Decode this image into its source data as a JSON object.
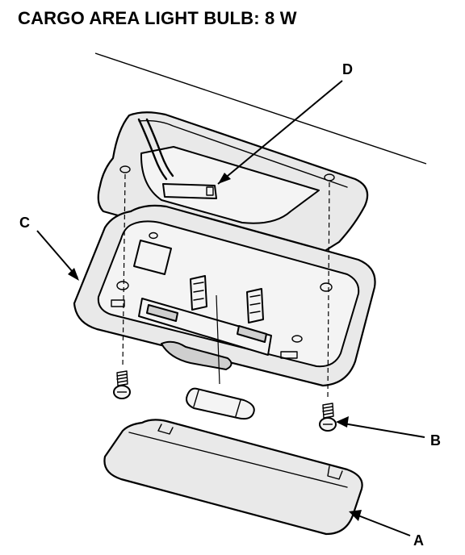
{
  "title": "CARGO AREA LIGHT BULB: 8 W",
  "callouts": {
    "a": "A",
    "b": "B",
    "c": "C",
    "d": "D"
  }
}
